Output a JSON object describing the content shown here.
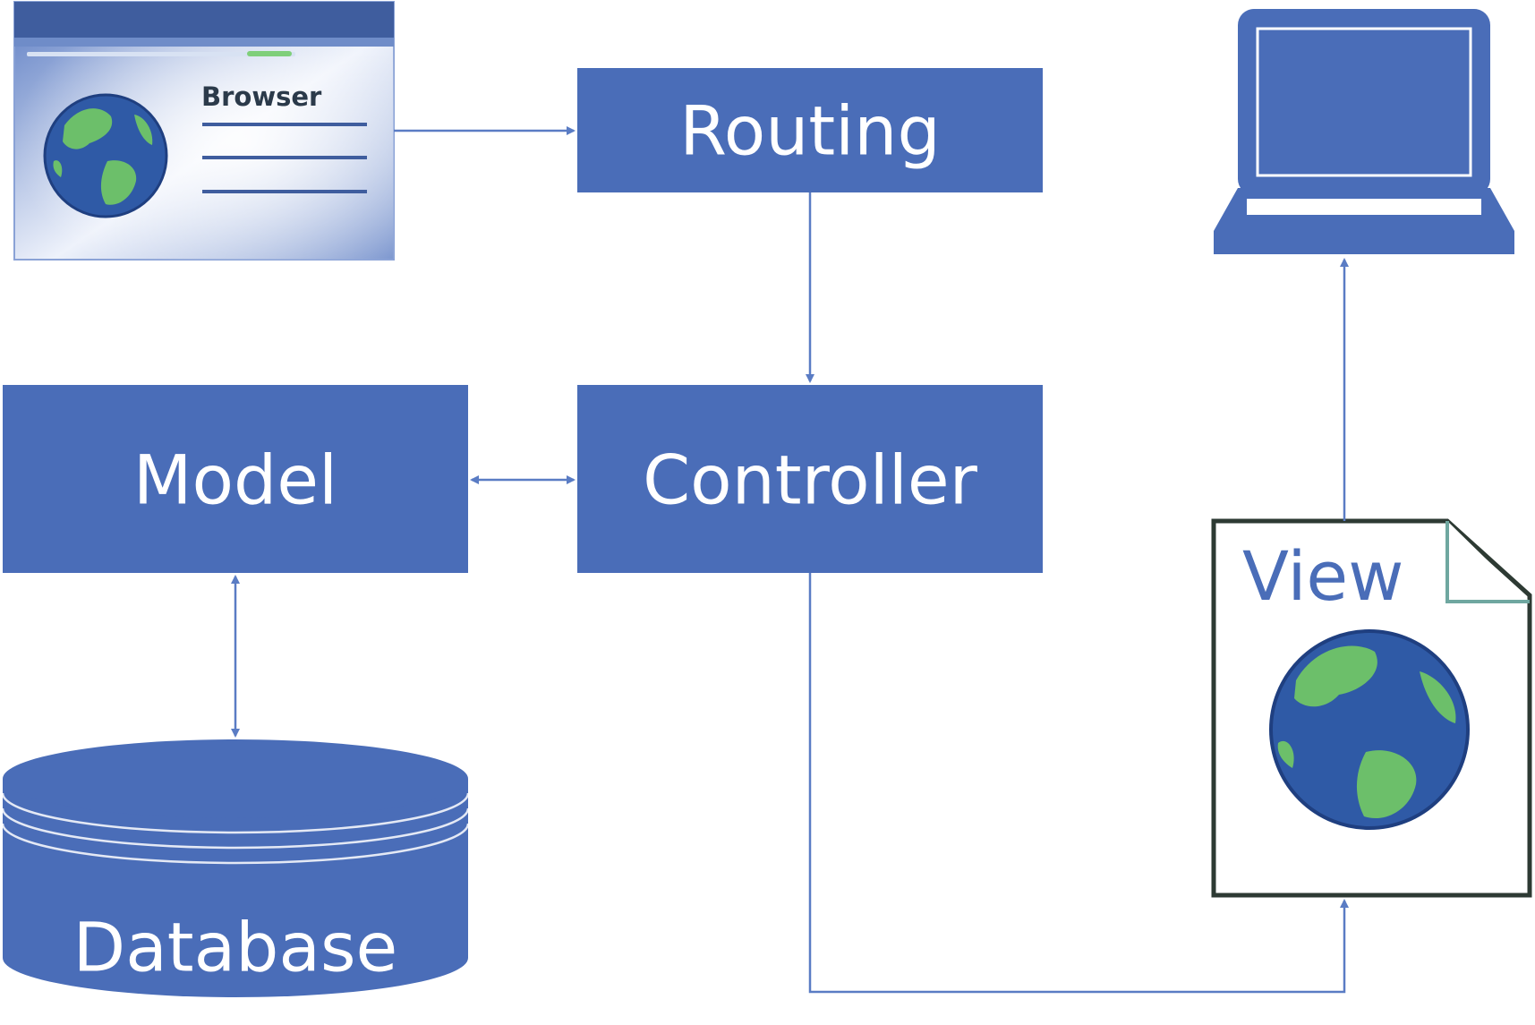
{
  "diagram": {
    "browser": {
      "label": "Browser"
    },
    "routing": {
      "label": "Routing"
    },
    "controller": {
      "label": "Controller"
    },
    "model": {
      "label": "Model"
    },
    "database": {
      "label": "Database"
    },
    "view": {
      "label": "View"
    }
  },
  "colors": {
    "box_fill": "#4a6db8",
    "arrow": "#5a7cc4",
    "globe_ocean": "#2f5aa6",
    "globe_land": "#6cbf6a",
    "document_border": "#2d3a33"
  },
  "icons": {
    "browser": "browser-window-icon",
    "laptop": "laptop-icon",
    "globe": "globe-icon",
    "database": "database-cylinder-icon",
    "document": "document-icon"
  }
}
